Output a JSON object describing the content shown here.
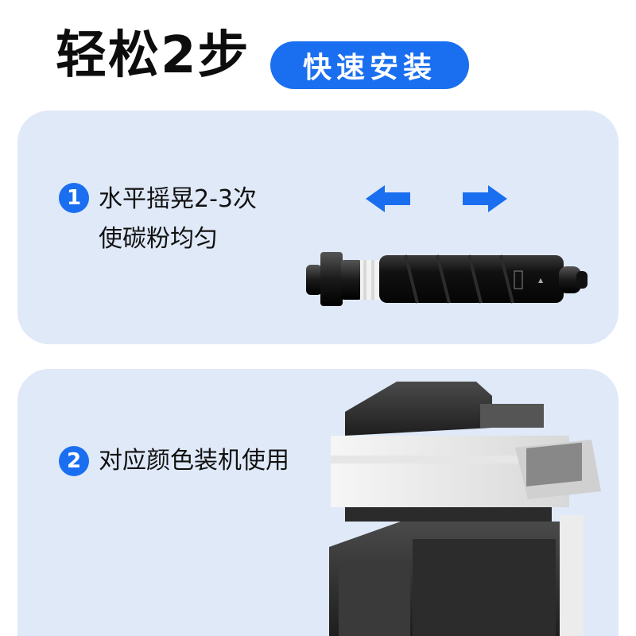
{
  "header": {
    "title": "轻松2步",
    "badge": "快速安装"
  },
  "steps": [
    {
      "number": "1",
      "line1": "水平摇晃2-3次",
      "line2": "使碳粉均匀"
    },
    {
      "number": "2",
      "line1": "对应颜色装机使用"
    }
  ],
  "colors": {
    "accent": "#1a6ff0",
    "card_bg": "#dfe9f8"
  },
  "icons": {
    "left_arrow": "arrow-left-icon",
    "right_arrow": "arrow-right-icon"
  }
}
